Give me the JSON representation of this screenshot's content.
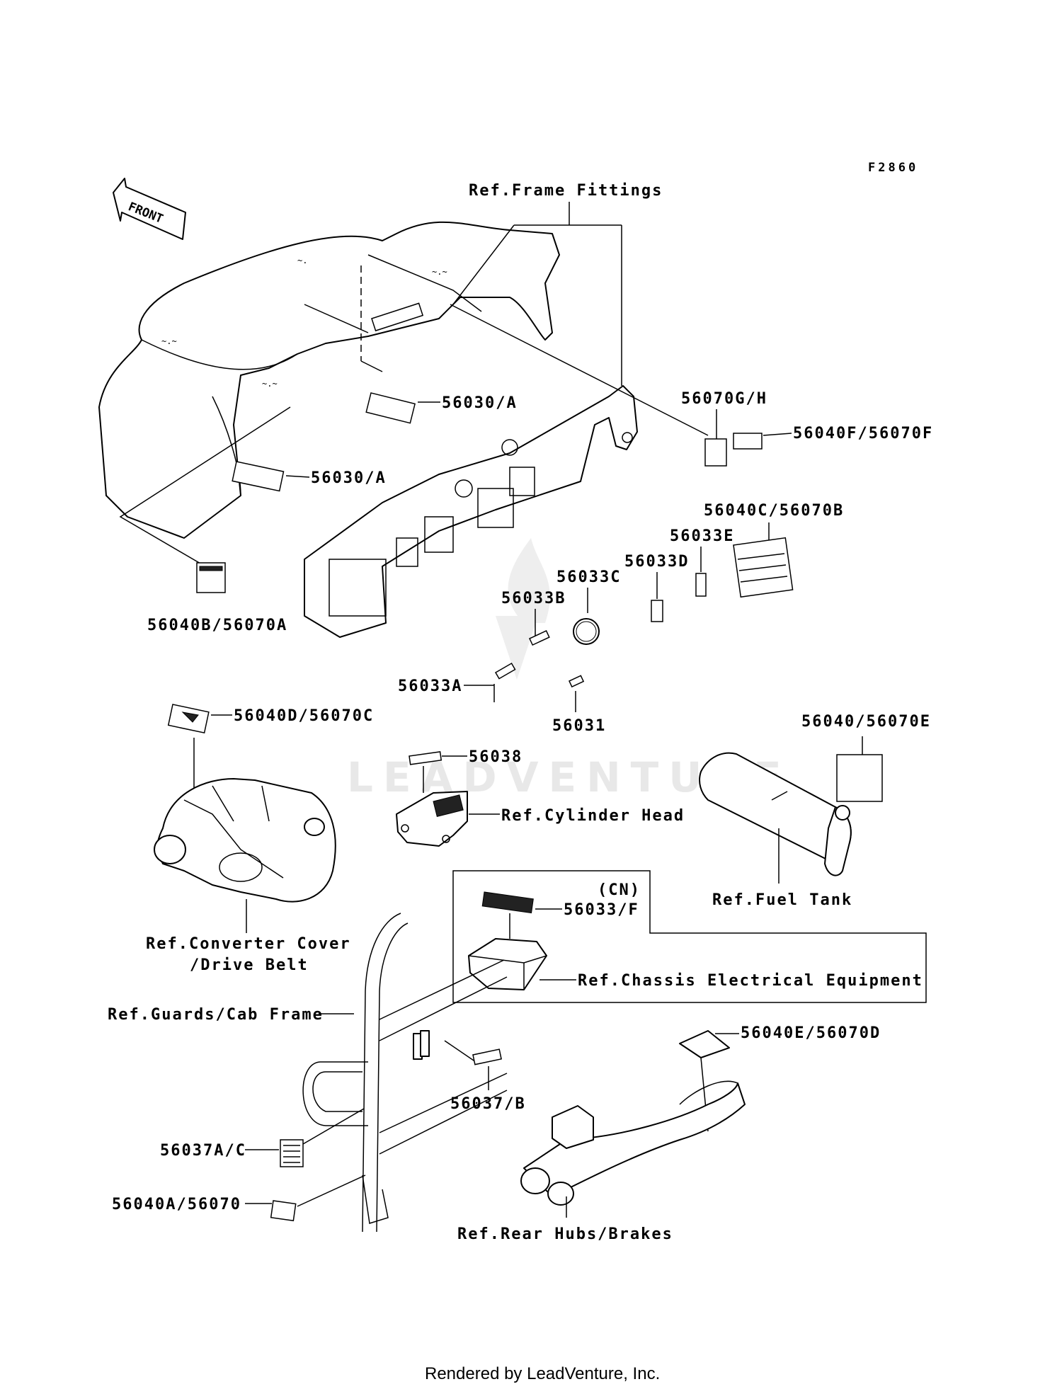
{
  "drawing_code": "F2860",
  "front_arrow_text": "FRONT",
  "watermark": "LEADVENTURE",
  "footer": "Rendered by LeadVenture, Inc.",
  "labels": {
    "frame_fittings": "Ref.Frame Fittings",
    "p56030a_1": "56030/A",
    "p56030a_2": "56030/A",
    "p56070gh": "56070G/H",
    "p56040f": "56040F/56070F",
    "p56040c": "56040C/56070B",
    "p56033e": "56033E",
    "p56033d": "56033D",
    "p56033c": "56033C",
    "p56033b": "56033B",
    "p56040b": "56040B/56070A",
    "p56033a": "56033A",
    "p56031": "56031",
    "p56040d": "56040D/56070C",
    "p56038": "56038",
    "cylinder_head": "Ref.Cylinder Head",
    "p56040e_tank": "56040/56070E",
    "fuel_tank": "Ref.Fuel Tank",
    "cn": "(CN)",
    "p56033f": "56033/F",
    "chassis_elec": "Ref.Chassis Electrical Equipment",
    "converter_1": "Ref.Converter Cover",
    "converter_2": "/Drive Belt",
    "guards": "Ref.Guards/Cab Frame",
    "p56040e_d": "56040E/56070D",
    "p56037b": "56037/B",
    "p56037ac": "56037A/C",
    "p56040a": "56040A/56070",
    "rear_hubs": "Ref.Rear Hubs/Brakes"
  }
}
